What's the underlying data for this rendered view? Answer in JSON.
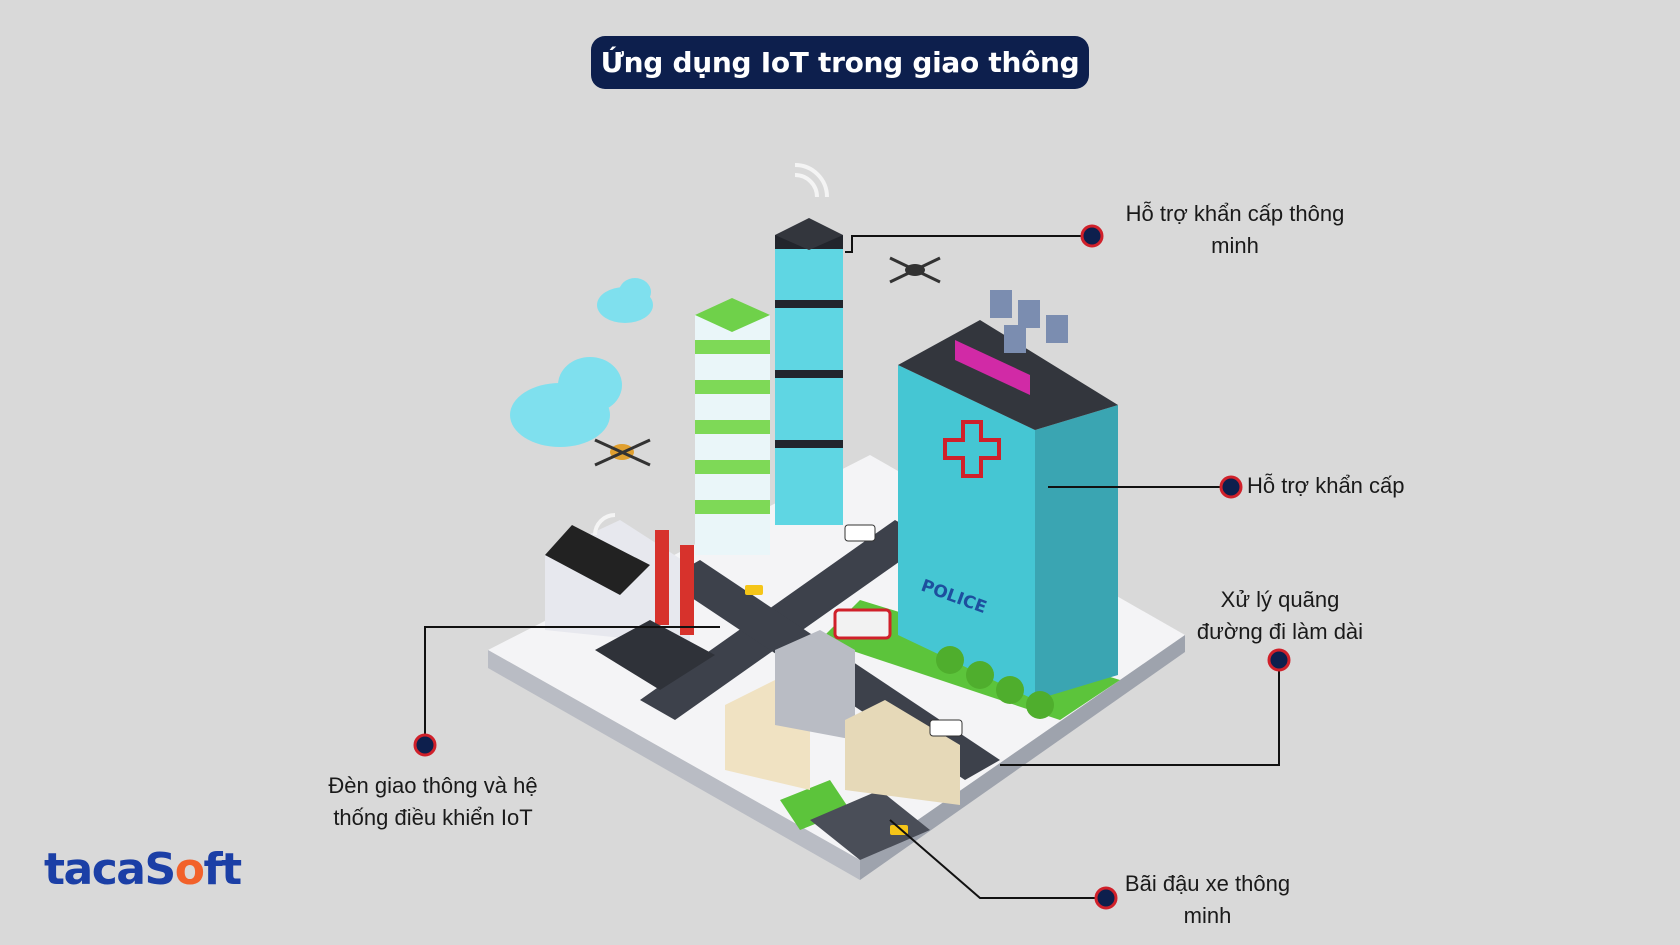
{
  "title": "Ứng dụng IoT trong giao thông",
  "callouts": {
    "smart_emergency": "Hỗ trợ khẩn cấp thông minh",
    "emergency": "Hỗ trợ khẩn cấp",
    "long_route": "Xử lý quãng đường đi làm dài",
    "traffic_lights": "Đèn giao thông và hệ thống điều khiển IoT",
    "smart_parking": "Bãi đậu xe thông minh"
  },
  "building_sign": "POLICE",
  "logo": {
    "part1": "taca",
    "part2": "S",
    "part3": "o",
    "part4": "ft"
  },
  "colors": {
    "background": "#d9d9d9",
    "title_bg": "#0d1f4d",
    "marker": "#0d1f4d",
    "marker_ring": "#d0202a",
    "logo_blue": "#1b3fa6",
    "logo_orange": "#f2612a"
  }
}
